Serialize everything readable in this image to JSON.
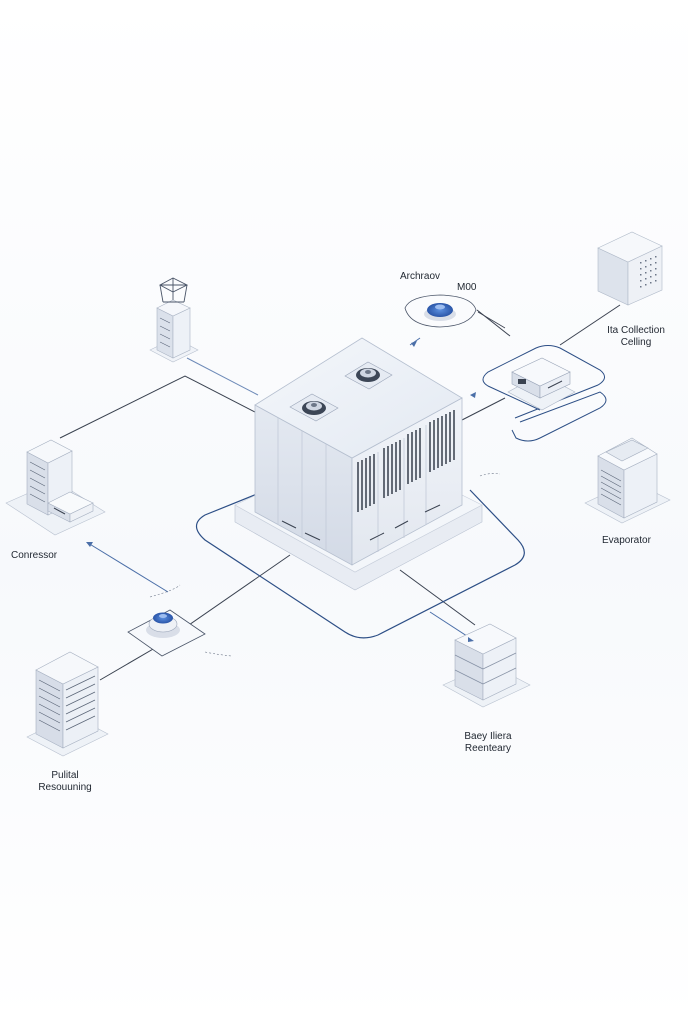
{
  "labels": {
    "archive": "Archraov",
    "mod": "M00",
    "data_collection_line1": "Ita Collection",
    "data_collection_line2": "Celling",
    "compressor": "Conressor",
    "evaporator": "Evaporator",
    "bottom_left_line1": "Pulital",
    "bottom_left_line2": "Resouuning",
    "bottom_right_line1": "Baey Iliera",
    "bottom_right_line2": "Reenteary"
  },
  "colors": {
    "accent": "#2f5fb8",
    "line": "#3a4250",
    "loop": "#2d4f86",
    "box_light": "#eef2f8",
    "box_mid": "#dde3ee",
    "box_dark": "#c8d0de",
    "grille": "#2a3240"
  }
}
